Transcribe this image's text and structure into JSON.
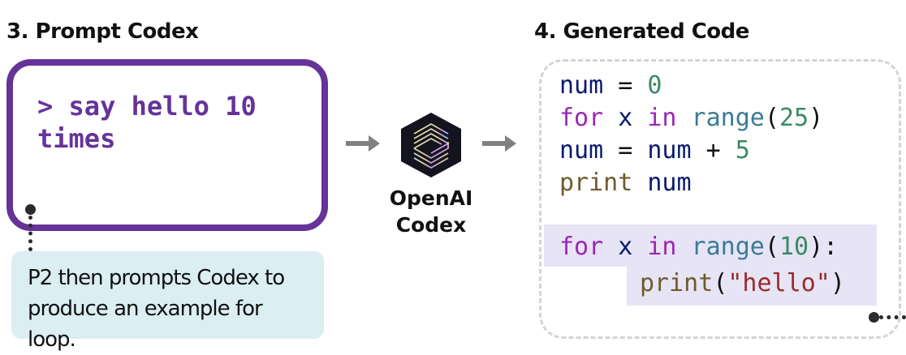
{
  "prompt_section": {
    "heading": "3. Prompt Codex",
    "prompt_text": "> say hello 10 times",
    "note": "P2 then prompts Codex to produce an example for loop.",
    "accent_color": "#663399",
    "note_bg_color": "#dbeef1"
  },
  "model": {
    "icon": "openai-codex-logo-icon",
    "label_line1": "OpenAI",
    "label_line2": "Codex"
  },
  "code_section": {
    "heading": "4. Generated Code",
    "lines": [
      [
        {
          "t": "num",
          "c": "var"
        },
        {
          "t": " = ",
          "c": "op"
        },
        {
          "t": "0",
          "c": "num"
        }
      ],
      [
        {
          "t": "for",
          "c": "kw"
        },
        {
          "t": " x ",
          "c": "var"
        },
        {
          "t": "in",
          "c": "kw"
        },
        {
          "t": " range",
          "c": "fn"
        },
        {
          "t": "(",
          "c": "op"
        },
        {
          "t": "25",
          "c": "num"
        },
        {
          "t": ")",
          "c": "op"
        }
      ],
      [
        {
          "t": "num",
          "c": "var"
        },
        {
          "t": " = ",
          "c": "op"
        },
        {
          "t": "num",
          "c": "var"
        },
        {
          "t": " + ",
          "c": "op"
        },
        {
          "t": "5",
          "c": "num"
        }
      ],
      [
        {
          "t": "print",
          "c": "print"
        },
        {
          "t": " num",
          "c": "var"
        }
      ]
    ],
    "highlighted_lines": [
      [
        {
          "t": "for",
          "c": "kw"
        },
        {
          "t": " x ",
          "c": "var"
        },
        {
          "t": "in",
          "c": "kw"
        },
        {
          "t": " range",
          "c": "fn"
        },
        {
          "t": "(",
          "c": "op"
        },
        {
          "t": "10",
          "c": "num"
        },
        {
          "t": "):",
          "c": "op"
        }
      ],
      [
        {
          "t": "print",
          "c": "print"
        },
        {
          "t": "(",
          "c": "op"
        },
        {
          "t": "\"hello\"",
          "c": "str"
        },
        {
          "t": ")",
          "c": "op"
        }
      ]
    ],
    "highlight_color": "#e6e4f5"
  }
}
